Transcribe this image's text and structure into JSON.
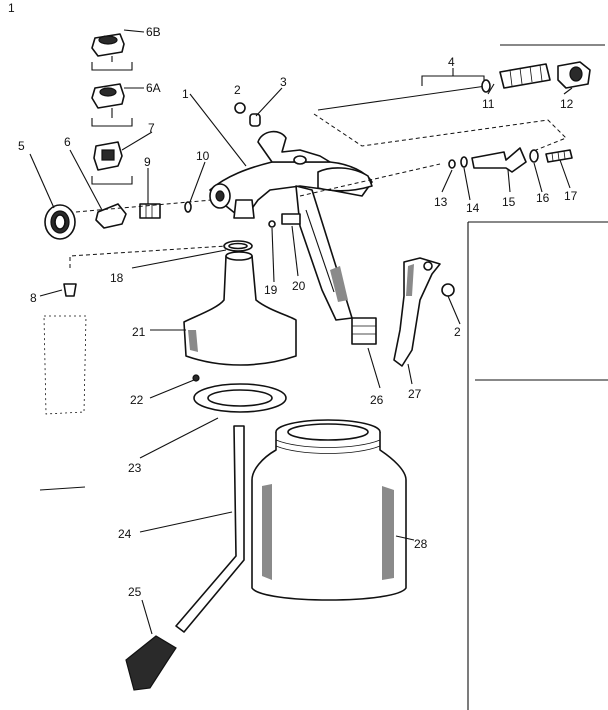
{
  "diagram": {
    "labels": {
      "p1": "1",
      "p2a": "2",
      "p2b": "2",
      "p3": "3",
      "p4": "4",
      "p5": "5",
      "p6": "6",
      "p6a": "6A",
      "p6b": "6B",
      "p7": "7",
      "p8": "8",
      "p9": "9",
      "p10": "10",
      "p11": "11",
      "p12": "12",
      "p13": "13",
      "p14": "14",
      "p15": "15",
      "p16": "16",
      "p17": "17",
      "p18": "18",
      "p19": "19",
      "p20": "20",
      "p21": "21",
      "p22": "22",
      "p23": "23",
      "p24": "24",
      "p25": "25",
      "p26": "26",
      "p27": "27",
      "p28": "28",
      "corner": "1"
    }
  }
}
